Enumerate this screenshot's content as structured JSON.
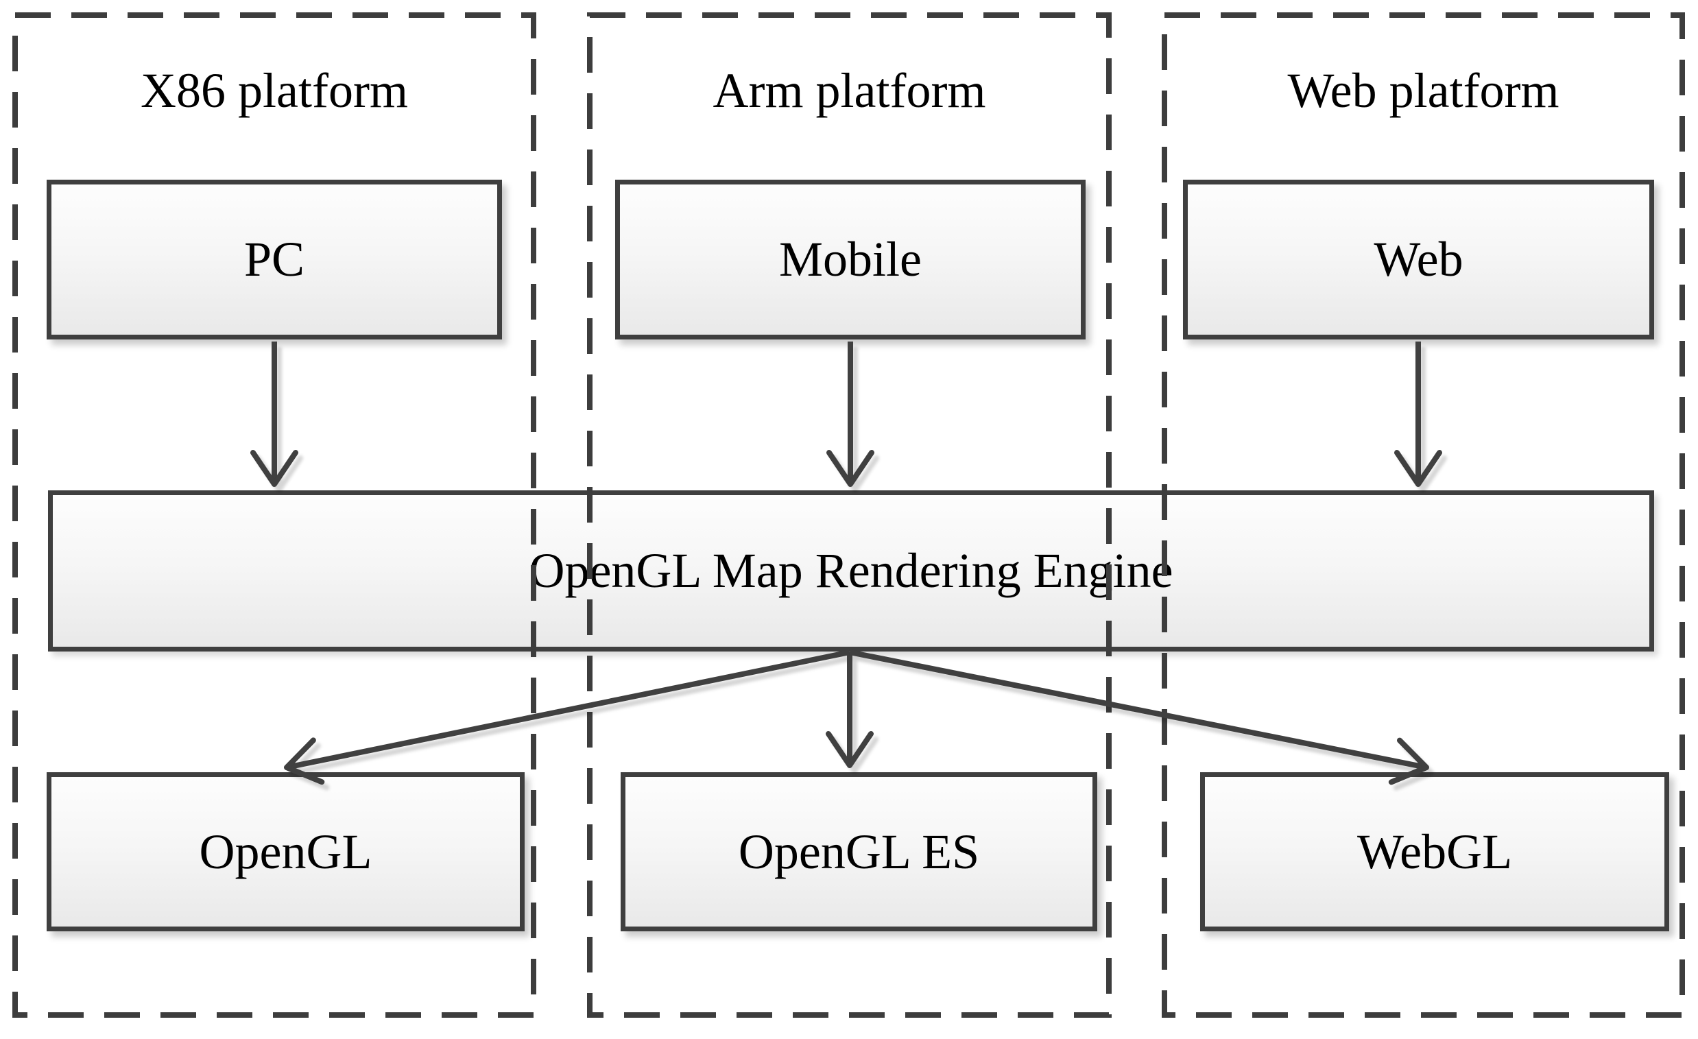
{
  "diagram": {
    "columns": [
      {
        "title": "X86 platform",
        "device": "PC",
        "api": "OpenGL"
      },
      {
        "title": "Arm platform",
        "device": "Mobile",
        "api": "OpenGL ES"
      },
      {
        "title": "Web platform",
        "device": "Web",
        "api": "WebGL"
      }
    ],
    "engine_label": "OpenGL Map Rendering Engine",
    "colors": {
      "line": "#3f3f3f",
      "dashed_border": "#3d3d3d",
      "box_fill_top": "#fdfdfd",
      "box_fill_bottom": "#e9e9e9",
      "background": "#ffffff",
      "text": "#000000"
    }
  }
}
